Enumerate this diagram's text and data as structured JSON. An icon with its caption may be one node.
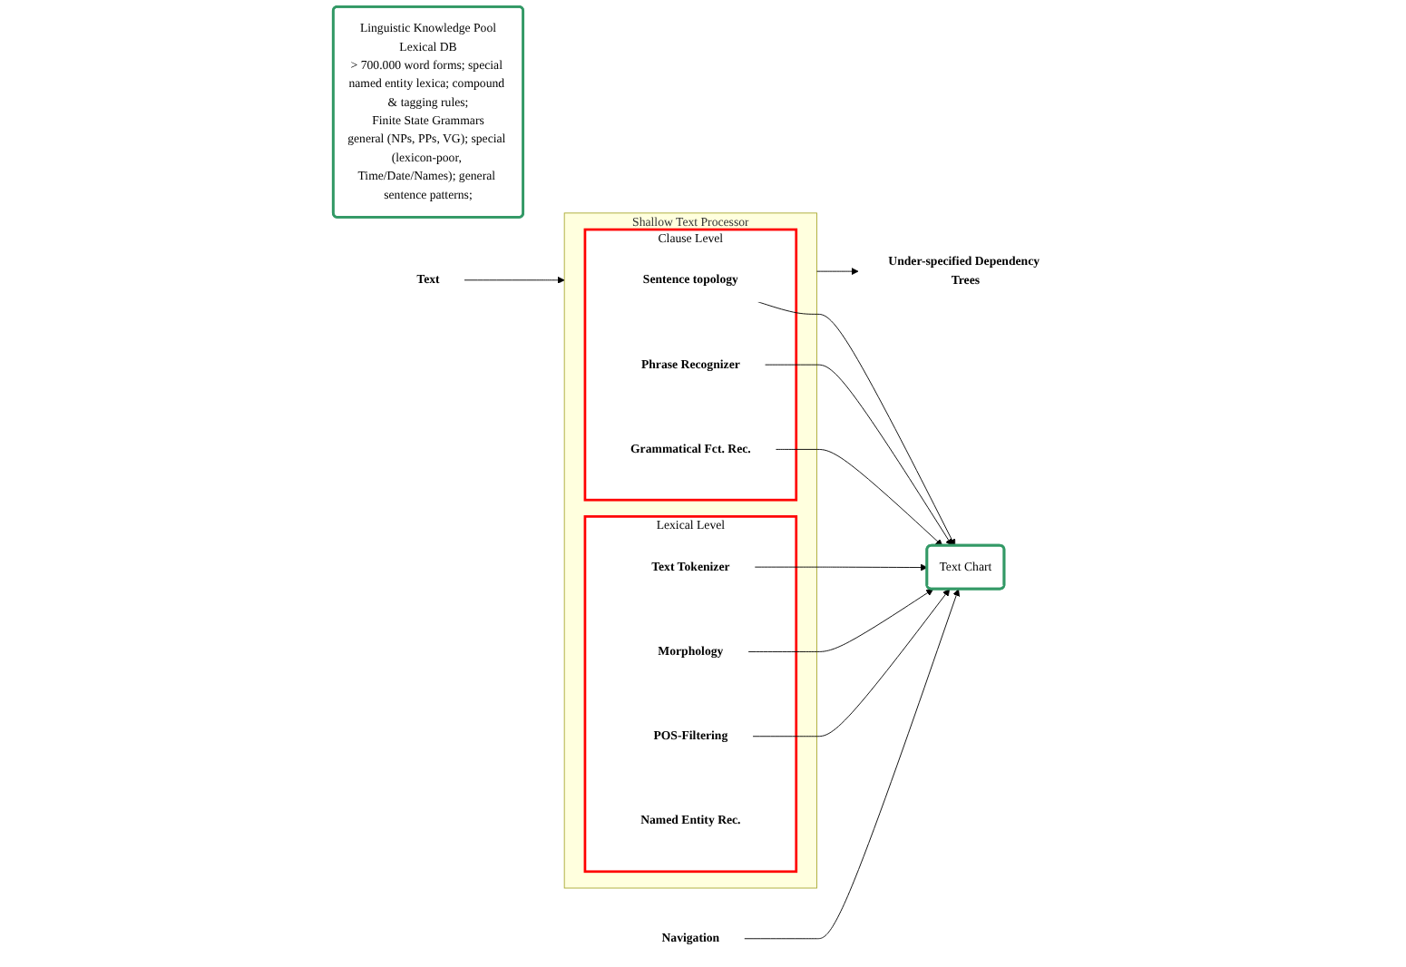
{
  "diagram": {
    "nodes": [
      {
        "text": [
          "Linguistic Knowledge Pool",
          "Lexical DB",
          "> 700.000 word forms; special named entity lexica; compound & tagging rules;",
          "Finite State Grammars",
          "general (NPs, PPs, VG); special (lexicon-poor, Time/Date/Names); general sentence patterns;"
        ]
      },
      {
        "text": [
          "Text Chart"
        ]
      },
      {
        "text": [
          "Navigation"
        ]
      },
      {
        "text": [
          "Text"
        ]
      },
      {
        "text": [
          "Shallow Text Processor"
        ]
      },
      {
        "text": [
          "Lexical Level"
        ],
        "in": 4
      },
      {
        "text": [
          "Text Tokenizer"
        ],
        "in": 5
      },
      {
        "text": [
          "Morphology"
        ],
        "in": 5
      },
      {
        "text": [
          "POS-Filtering"
        ],
        "in": 5
      },
      {
        "text": [
          "Named Entity Rec."
        ],
        "in": 5
      },
      {
        "text": [
          "Clause Level"
        ],
        "in": 4
      },
      {
        "text": [
          "Sentence topology"
        ],
        "in": 10
      },
      {
        "text": [
          "Phrase Recognizer"
        ],
        "in": 10
      },
      {
        "text": [
          "Grammatical Fct. Rec."
        ],
        "in": 10
      },
      {
        "text": [
          "Under-specified Dependency Trees"
        ]
      }
    ],
    "edges": [
      {
        "from": 2,
        "to": 1,
        "arrow": "to"
      },
      {
        "from": 3,
        "to": 4,
        "arrow": "to"
      },
      {
        "from": 6,
        "to": 1,
        "arrow": "to"
      },
      {
        "from": 7,
        "to": 1,
        "arrow": "to"
      },
      {
        "from": 8,
        "to": 1,
        "arrow": "to"
      },
      {
        "from": 11,
        "to": 1,
        "arrow": "to"
      },
      {
        "from": 12,
        "to": 1,
        "arrow": "to"
      },
      {
        "from": 13,
        "to": 1,
        "arrow": "to"
      },
      {
        "from": 4,
        "to": 14,
        "arrow": "to"
      }
    ]
  }
}
